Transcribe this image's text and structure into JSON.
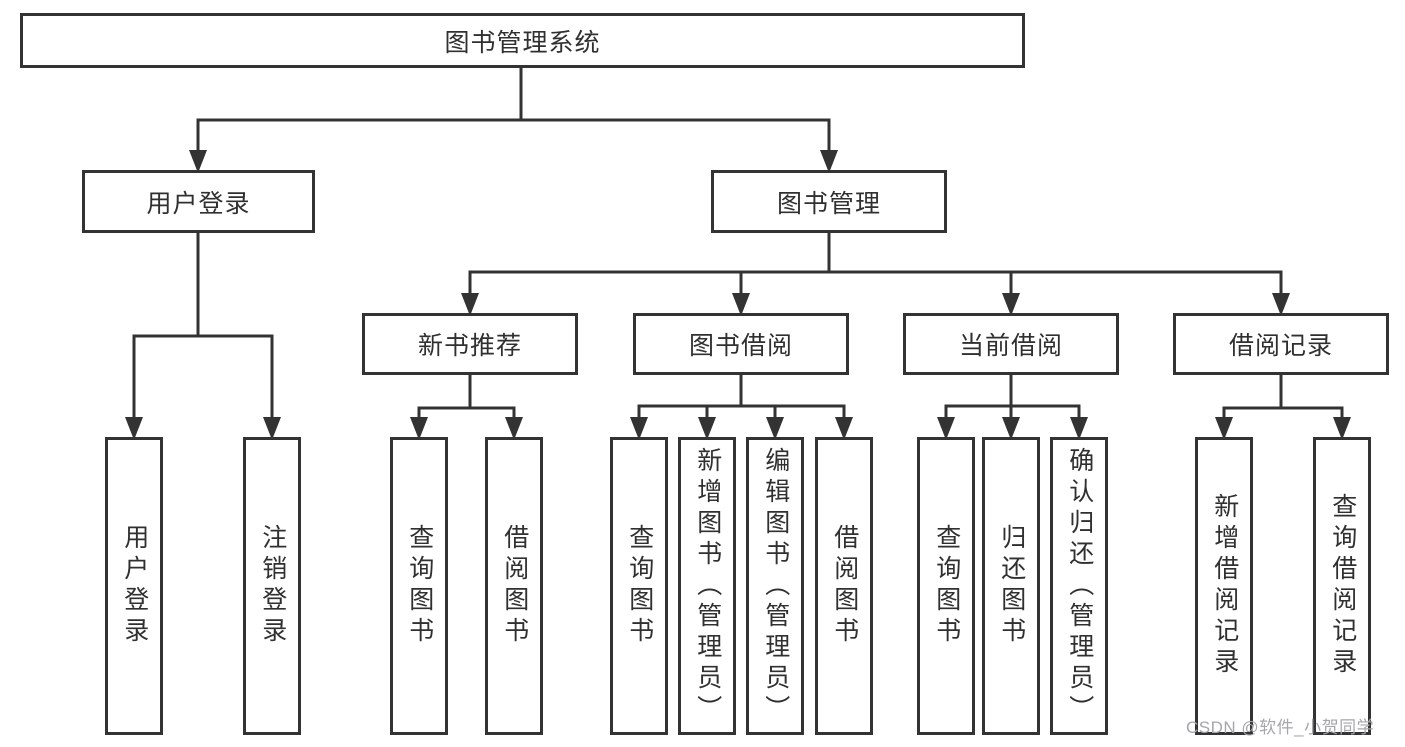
{
  "title_node": {
    "label": "图书管理系统"
  },
  "branches": {
    "user_login": {
      "label": "用户登录",
      "children": [
        "用户登录",
        "注销登录"
      ]
    },
    "book_management": {
      "label": "图书管理",
      "sections": {
        "new_book_recommend": {
          "label": "新书推荐",
          "children": [
            "查询图书",
            "借阅图书"
          ]
        },
        "book_borrowing": {
          "label": "图书借阅",
          "children": [
            "查询图书",
            "新增图书（管理员）",
            "编辑图书（管理员）",
            "借阅图书"
          ]
        },
        "current_borrowing": {
          "label": "当前借阅",
          "children": [
            "查询图书",
            "归还图书",
            "确认归还（管理员）"
          ]
        },
        "borrowing_records": {
          "label": "借阅记录",
          "children": [
            "新增借阅记录",
            "查询借阅记录"
          ]
        }
      }
    }
  },
  "watermark": {
    "text": "CSDN @软件_小贺同学"
  },
  "colors": {
    "line": "#333333",
    "text": "#303030",
    "background": "#ffffff",
    "watermark": "#a6a6ab"
  }
}
